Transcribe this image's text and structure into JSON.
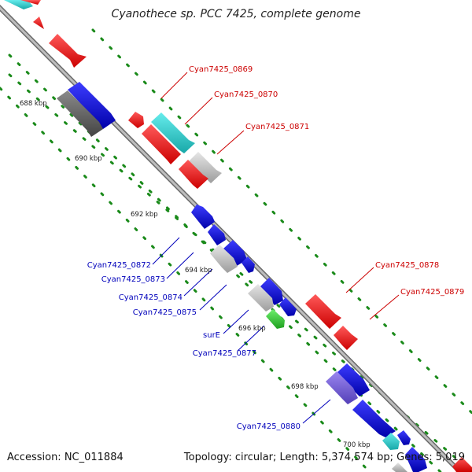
{
  "title": "Cyanothece sp. PCC 7425, complete genome",
  "footer": {
    "accession": "Accession: NC_011884",
    "summary": "Topology: circular; Length: 5,374,574 bp; Genes: 5,019"
  },
  "colors": {
    "forward_gene": "#ee1111",
    "reverse_gene": "#1111dd",
    "backbone": "#9a9a9a",
    "tick_dots": "#1a8a1a",
    "label_forward": "#cc0000",
    "label_reverse": "#0000bb",
    "cyan_gene": "#33d0d0",
    "gray_gene": "#c4c4c4",
    "dark_gray_gene": "#666666",
    "green_gene": "#33cc33",
    "purple_gene": "#7a60d8"
  },
  "scale_labels": [
    "688 kbp",
    "690 kbp",
    "692 kbp",
    "694 kbp",
    "696 kbp",
    "698 kbp",
    "700 kbp"
  ],
  "gene_labels": {
    "forward": [
      "Cyan7425_0869",
      "Cyan7425_0870",
      "Cyan7425_0871",
      "Cyan7425_0878",
      "Cyan7425_0879"
    ],
    "reverse": [
      "Cyan7425_0872",
      "Cyan7425_0873",
      "Cyan7425_0874",
      "Cyan7425_0875",
      "surE",
      "Cyan7425_0877",
      "Cyan7425_0880"
    ]
  }
}
